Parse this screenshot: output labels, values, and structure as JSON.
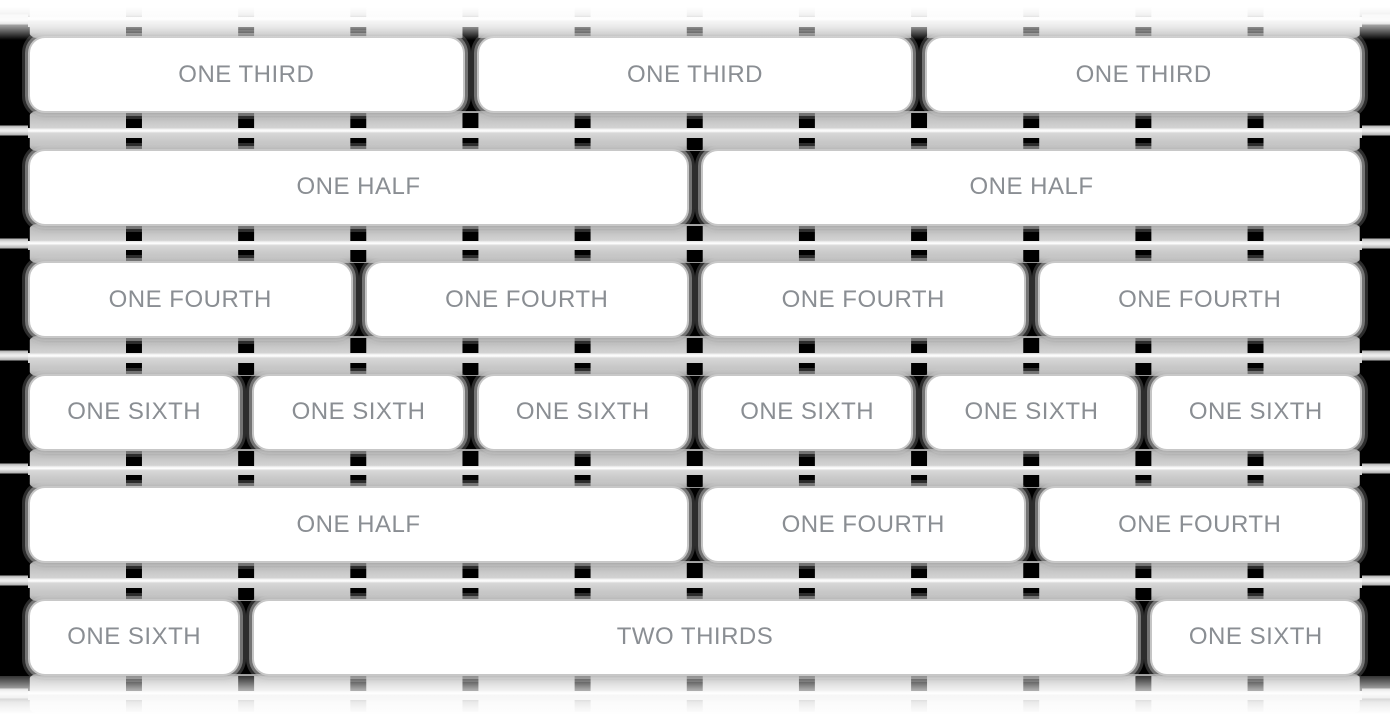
{
  "grid_demo": {
    "columns": 12,
    "rows": [
      {
        "boxes": [
          {
            "label": "ONE THIRD",
            "span": 4
          },
          {
            "label": "ONE THIRD",
            "span": 4
          },
          {
            "label": "ONE THIRD",
            "span": 4
          }
        ]
      },
      {
        "boxes": [
          {
            "label": "ONE HALF",
            "span": 6
          },
          {
            "label": "ONE HALF",
            "span": 6
          }
        ]
      },
      {
        "boxes": [
          {
            "label": "ONE FOURTH",
            "span": 3
          },
          {
            "label": "ONE FOURTH",
            "span": 3
          },
          {
            "label": "ONE FOURTH",
            "span": 3
          },
          {
            "label": "ONE FOURTH",
            "span": 3
          }
        ]
      },
      {
        "boxes": [
          {
            "label": "ONE SIXTH",
            "span": 2
          },
          {
            "label": "ONE SIXTH",
            "span": 2
          },
          {
            "label": "ONE SIXTH",
            "span": 2
          },
          {
            "label": "ONE SIXTH",
            "span": 2
          },
          {
            "label": "ONE SIXTH",
            "span": 2
          },
          {
            "label": "ONE SIXTH",
            "span": 2
          }
        ]
      },
      {
        "boxes": [
          {
            "label": "ONE HALF",
            "span": 6
          },
          {
            "label": "ONE FOURTH",
            "span": 3
          },
          {
            "label": "ONE FOURTH",
            "span": 3
          }
        ]
      },
      {
        "boxes": [
          {
            "label": "ONE SIXTH",
            "span": 2
          },
          {
            "label": "TWO THIRDS",
            "span": 8
          },
          {
            "label": "ONE SIXTH",
            "span": 2
          }
        ]
      }
    ],
    "colors": {
      "page_background": "#000000",
      "box_fill": "#ffffff",
      "box_text": "#8a8e93",
      "band_gray": "#cccccc"
    }
  }
}
